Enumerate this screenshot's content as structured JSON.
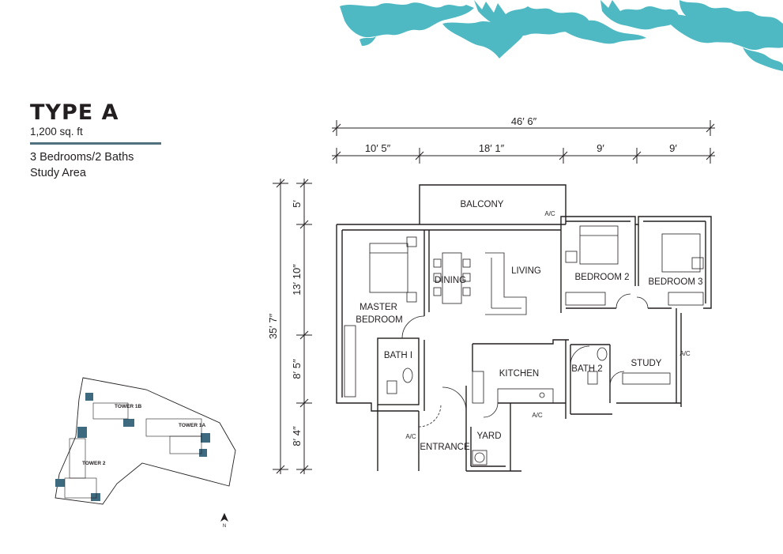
{
  "unit": {
    "title": "TYPE A",
    "area": "1,200 sq. ft",
    "info_line1": "3 Bedrooms/2 Baths",
    "info_line2": "Study Area"
  },
  "dimensions": {
    "overall_width": "46′ 6″",
    "segment_1": "10′ 5″",
    "segment_2": "18′ 1″",
    "segment_3": "9′",
    "segment_4": "9′",
    "overall_depth": "35′ 7″",
    "depth_1": "5′",
    "depth_2": "13′ 10″",
    "depth_3": "8′ 5″",
    "depth_4": "8′ 4″"
  },
  "rooms": {
    "balcony": "BALCONY",
    "dining": "DINING",
    "living": "LIVING",
    "bedroom2": "BEDROOM 2",
    "bedroom3": "BEDROOM 3",
    "master_line1": "MASTER",
    "master_line2": "BEDROOM",
    "bath1": "BATH I",
    "kitchen": "KITCHEN",
    "bath2": "BATH 2",
    "study": "STUDY",
    "entrance": "ENTRANCE",
    "yard": "YARD",
    "ac": "A/C"
  },
  "site_plan": {
    "tower_1b": "TOWER 1B",
    "tower_1a": "TOWER 1A",
    "tower_2": "TOWER 2",
    "north": "N"
  },
  "colors": {
    "leaf": "#4fb9c3",
    "rule": "#52717f",
    "wall": "#231f20",
    "unit_highlight": "#3e6a80"
  }
}
